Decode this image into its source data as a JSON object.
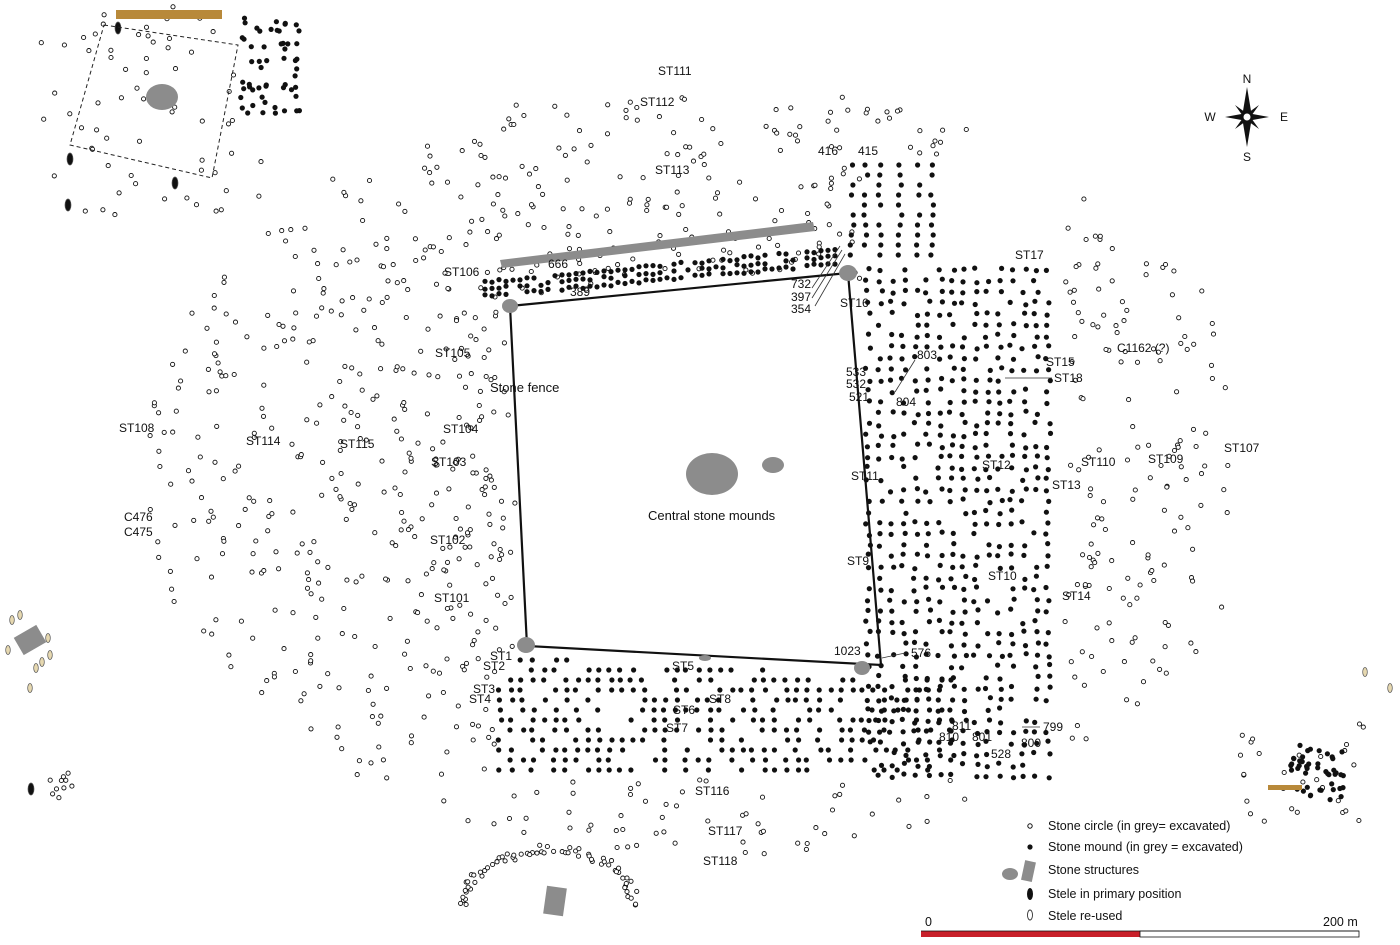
{
  "colors": {
    "stone": "#111111",
    "excavated": "#8c8c8c",
    "timber": "#b8893a",
    "scale_red": "#c8202a",
    "stele_reused": "#e6d8b0"
  },
  "labels": {
    "stone_fence": "Stone fence",
    "central_mounds": "Central stone mounds",
    "features": [
      "ST111",
      "ST112",
      "ST113",
      "416",
      "415",
      "666",
      "389",
      "ST106",
      "732",
      "397",
      "354",
      "ST16",
      "ST17",
      "ST105",
      "ST108",
      "ST114",
      "ST115",
      "ST104",
      "ST103",
      "C476",
      "C475",
      "ST102",
      "ST101",
      "803",
      "533",
      "532",
      "804",
      "521",
      "ST15",
      "ST18",
      "C1162 (?)",
      "ST11",
      "ST12",
      "ST13",
      "ST110",
      "ST109",
      "ST107",
      "ST9",
      "ST10",
      "ST14",
      "1023",
      "576",
      "ST1",
      "ST2",
      "ST3",
      "ST4",
      "ST5",
      "ST8",
      "ST6",
      "ST7",
      "811",
      "810",
      "801",
      "528",
      "799",
      "800",
      "ST116",
      "ST117",
      "ST118"
    ]
  },
  "compass": {
    "n": "N",
    "s": "S",
    "e": "E",
    "w": "W"
  },
  "legend": {
    "items": [
      "Stone circle (in grey= excavated)",
      "Stone mound (in grey = excavated)",
      "Stone structures",
      "Stele in primary position",
      "Stele re-used"
    ],
    "scale_start": "0",
    "scale_end": "200 m"
  }
}
